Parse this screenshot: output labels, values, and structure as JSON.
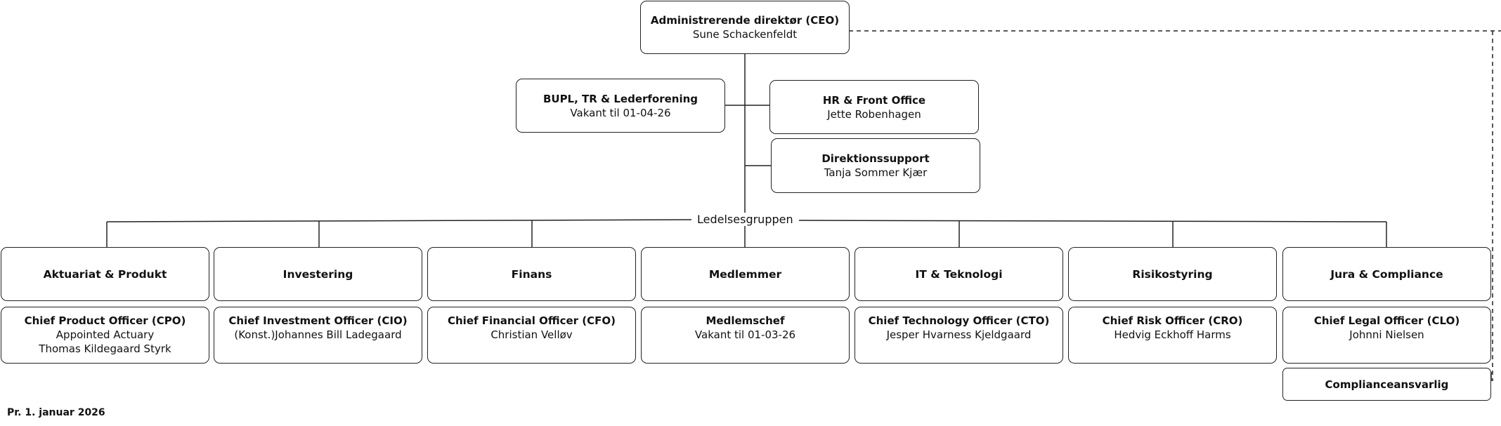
{
  "ceo": {
    "title": "Administrerende direktør (CEO)",
    "name": "Sune Schackenfeldt"
  },
  "staff": {
    "bupl": {
      "title": "BUPL, TR & Lederforening",
      "name": "Vakant til 01-04-26"
    },
    "hr": {
      "title": "HR & Front Office",
      "name": "Jette Robenhagen"
    },
    "direktion": {
      "title": "Direktionssupport",
      "name": "Tanja Sommer Kjær"
    }
  },
  "group_label": "Ledelsesgruppen",
  "departments": [
    {
      "heading": "Aktuariat & Produkt",
      "role": "Chief Product Officer (CPO)",
      "lines": [
        "Appointed Actuary",
        "Thomas Kildegaard Styrk"
      ]
    },
    {
      "heading": "Investering",
      "role": "Chief Investment Officer (CIO)",
      "lines": [
        "(Konst.)Johannes Bill Ladegaard"
      ]
    },
    {
      "heading": "Finans",
      "role": "Chief Financial Officer (CFO)",
      "lines": [
        "Christian Velløv"
      ]
    },
    {
      "heading": "Medlemmer",
      "role": "Medlemschef",
      "lines": [
        "Vakant til 01-03-26"
      ]
    },
    {
      "heading": "IT & Teknologi",
      "role": "Chief Technology Officer (CTO)",
      "lines": [
        "Jesper Hvarness Kjeldgaard"
      ]
    },
    {
      "heading": "Risikostyring",
      "role": "Chief Risk Officer (CRO)",
      "lines": [
        "Hedvig Eckhoff Harms"
      ]
    },
    {
      "heading": "Jura & Compliance",
      "role": "Chief Legal Officer (CLO)",
      "lines": [
        "Johnni Nielsen"
      ]
    }
  ],
  "compliance": {
    "title": "Complianceansvarlig"
  },
  "footer": "Pr. 1. januar 2026"
}
